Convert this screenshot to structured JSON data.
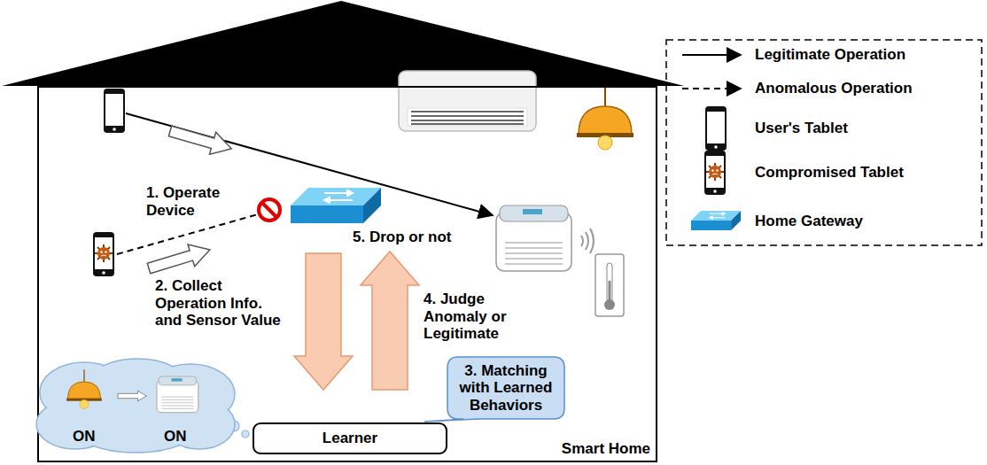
{
  "diagram": {
    "nodes": [
      {
        "text": [
          "Smart Home"
        ]
      },
      {
        "text": [
          "ON",
          "ON"
        ],
        "in": 0
      },
      {
        "text": [
          "3. Matching with Learned Behaviors"
        ],
        "in": 0
      },
      {
        "text": [
          "Learner"
        ],
        "in": 0
      }
    ],
    "labels": [
      "1. Operate Device",
      "5. Drop or not",
      "2. Collect Operation Info. and Sensor Value",
      "4. Judge Anomaly or Legitimate"
    ],
    "legend": [
      {
        "text": "Legitimate Operation"
      },
      {
        "text": "Anomalous Operation"
      },
      {
        "text": "User's Tablet"
      },
      {
        "text": "Compromised Tablet"
      },
      {
        "text": "Home Gateway"
      }
    ]
  }
}
